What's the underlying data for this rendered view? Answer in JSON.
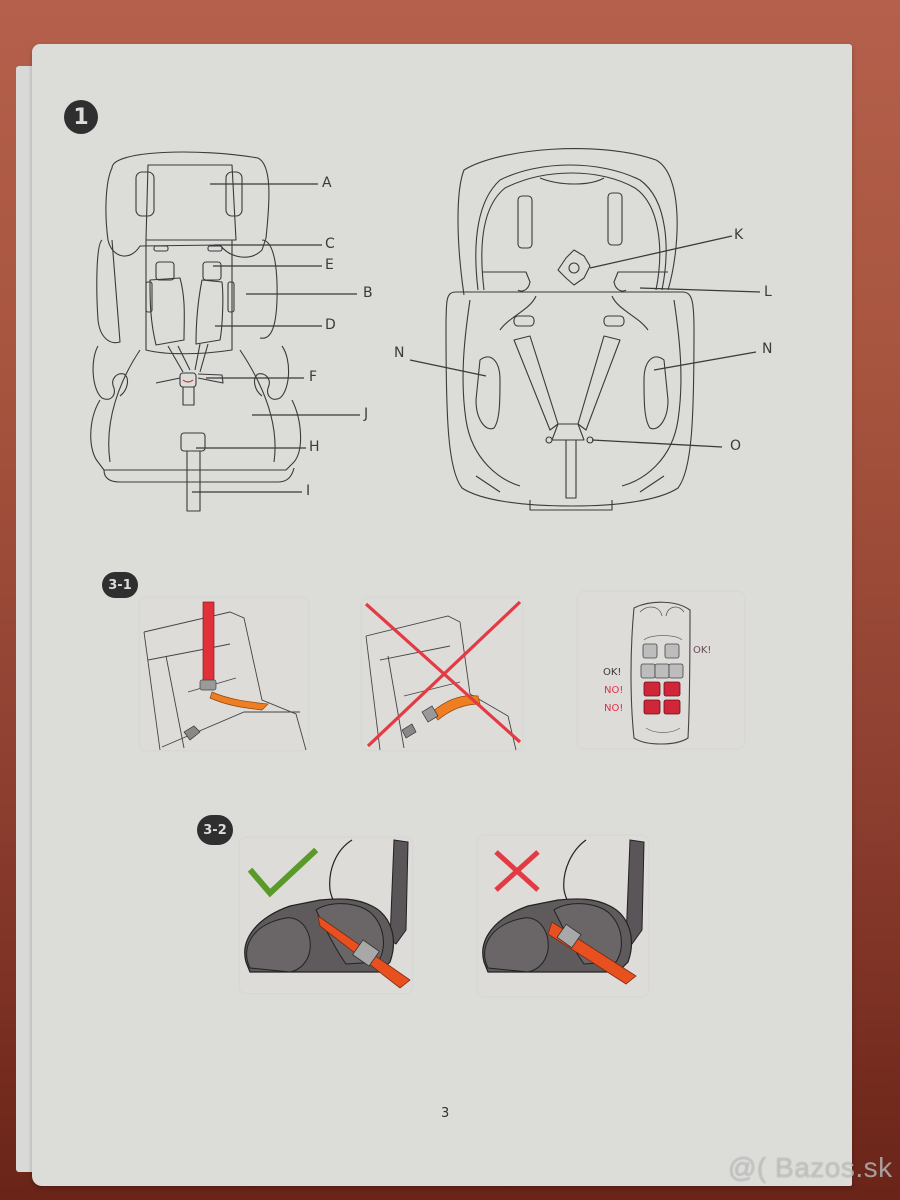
{
  "document": {
    "page_number": "3",
    "watermark": "@( Bazos.sk",
    "colors": {
      "backdrop": "#a8553f",
      "paper": "#dcdcd9",
      "badge": "#2f2f2f",
      "belt_red": "#e0313a",
      "belt_orange": "#ef7d22",
      "cross_red": "#e33a44",
      "check_green": "#5a9a2a",
      "ok_text": "#3a3a3a",
      "no_text": "#e0304a"
    }
  },
  "section1": {
    "badge": "1",
    "front_view_labels": [
      "A",
      "C",
      "E",
      "B",
      "D",
      "F",
      "J",
      "H",
      "I"
    ],
    "back_view_labels": [
      "K",
      "L",
      "N",
      "N",
      "O"
    ]
  },
  "section3_1": {
    "badge": "3-1",
    "panels": [
      {
        "name": "belt-correct",
        "status": "correct"
      },
      {
        "name": "belt-incorrect",
        "status": "crossed-out"
      },
      {
        "name": "car-seat-positions",
        "status": "diagram"
      }
    ],
    "car_diagram": {
      "front_right_label": "OK!",
      "row_labels": [
        "OK!",
        "NO!",
        "NO!"
      ]
    }
  },
  "section3_2": {
    "badge": "3-2",
    "panels": [
      {
        "name": "belt-routing-correct",
        "mark": "check"
      },
      {
        "name": "belt-routing-incorrect",
        "mark": "cross"
      }
    ]
  }
}
